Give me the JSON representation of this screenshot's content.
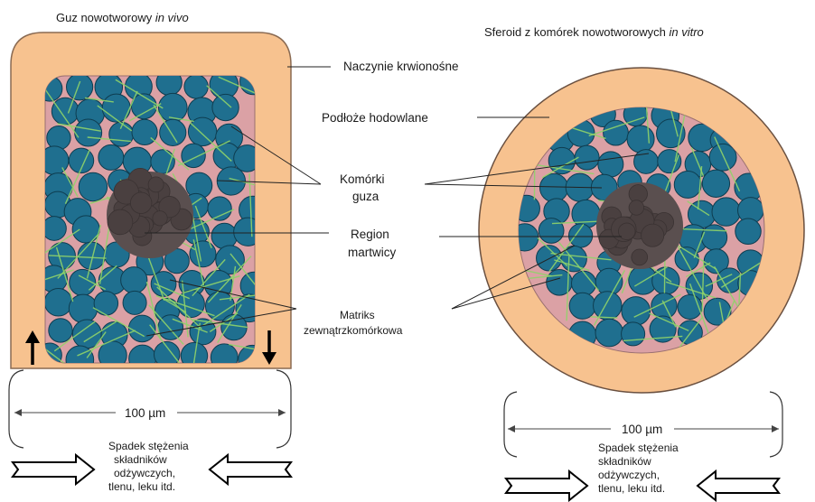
{
  "left_panel": {
    "title_main": "Guz nowotworowy ",
    "title_italic": "in vivo",
    "scale_label": "100 µm",
    "gradient_text": [
      "Spadek stężenia",
      "składników",
      "odżywczych,",
      "tlenu, leku itd."
    ]
  },
  "right_panel": {
    "title_main": "Sferoid z komórek nowotworowych  ",
    "title_italic": "in vitro",
    "scale_label": "100 µm",
    "gradient_text": [
      "Spadek stężenia",
      "składników",
      "odżywczych,",
      "tlenu, leku itd."
    ]
  },
  "labels": {
    "blood_vessel": "Naczynie krwionośne",
    "culture_medium": "Podłoże hodowlane",
    "tumor_cells": [
      "Komórki",
      "guza"
    ],
    "necrotic_region": [
      "Region",
      "martwicy"
    ],
    "ecm": [
      "Matriks",
      "zewnątrzkomórkowa"
    ]
  },
  "colors": {
    "vessel_orange": "#f7c28f",
    "tissue_pink": "#dba1a5",
    "cell_blue": "#1f6f8f",
    "fiber_green": "#8fd36a",
    "necrosis_gray": "#5a4f4f"
  }
}
